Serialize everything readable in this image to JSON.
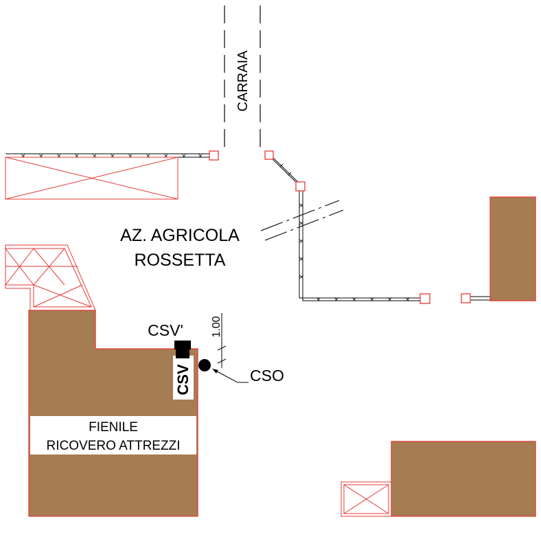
{
  "labels": {
    "road": "CARRAIA",
    "company_line1": "AZ. AGRICOLA",
    "company_line2": "ROSSETTA",
    "building_line1": "FIENILE",
    "building_line2": "RICOVERO ATTREZZI",
    "csv_prime": "CSV'",
    "csv": "CSV",
    "cso": "CSO",
    "dimension": "1.00"
  },
  "colors": {
    "building_fill": "#a67c52",
    "outline_red": "#e53935",
    "line_black": "#000000",
    "background": "#ffffff"
  }
}
